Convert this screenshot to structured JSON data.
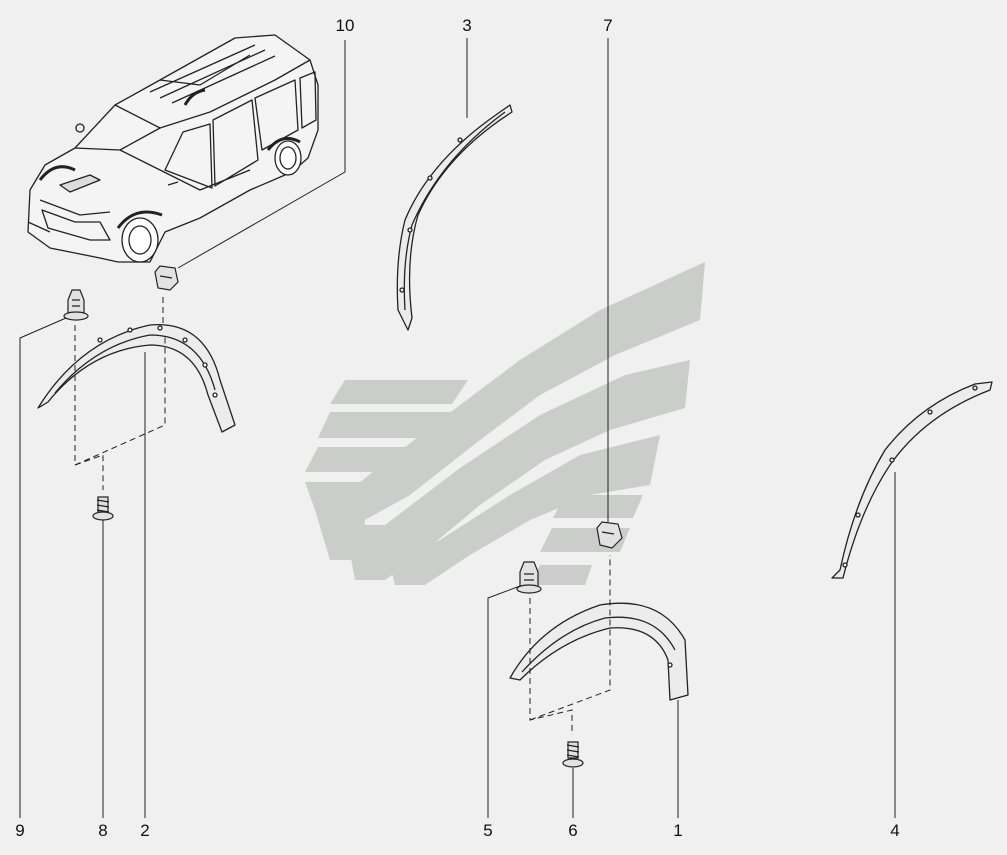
{
  "diagram": {
    "kind": "exploded parts diagram",
    "subject": "wheel arch trim (fender flare) mounting",
    "colors": {
      "background": "#f0f0f0",
      "line": "#222222",
      "part_fill": "#ececec",
      "watermark": "#c8ccc8"
    },
    "callouts": [
      {
        "id": "1",
        "label": "1"
      },
      {
        "id": "2",
        "label": "2"
      },
      {
        "id": "3",
        "label": "3"
      },
      {
        "id": "4",
        "label": "4"
      },
      {
        "id": "5",
        "label": "5"
      },
      {
        "id": "6",
        "label": "6"
      },
      {
        "id": "7",
        "label": "7"
      },
      {
        "id": "8",
        "label": "8"
      },
      {
        "id": "9",
        "label": "9"
      },
      {
        "id": "10",
        "label": "10"
      }
    ],
    "parts": [
      {
        "name": "vehicle-overview",
        "icon": "minivan-icon"
      },
      {
        "name": "front-wheel-arch-trim",
        "icon": "arch-trim-icon"
      },
      {
        "name": "rear-wheel-arch-trim",
        "icon": "arch-trim-icon"
      },
      {
        "name": "arch-seal-strip-left",
        "icon": "seal-strip-icon"
      },
      {
        "name": "arch-seal-strip-right",
        "icon": "seal-strip-icon"
      },
      {
        "name": "plastic-clip",
        "icon": "clip-icon"
      },
      {
        "name": "screw",
        "icon": "screw-icon"
      },
      {
        "name": "retainer-clip",
        "icon": "retainer-icon"
      }
    ]
  }
}
